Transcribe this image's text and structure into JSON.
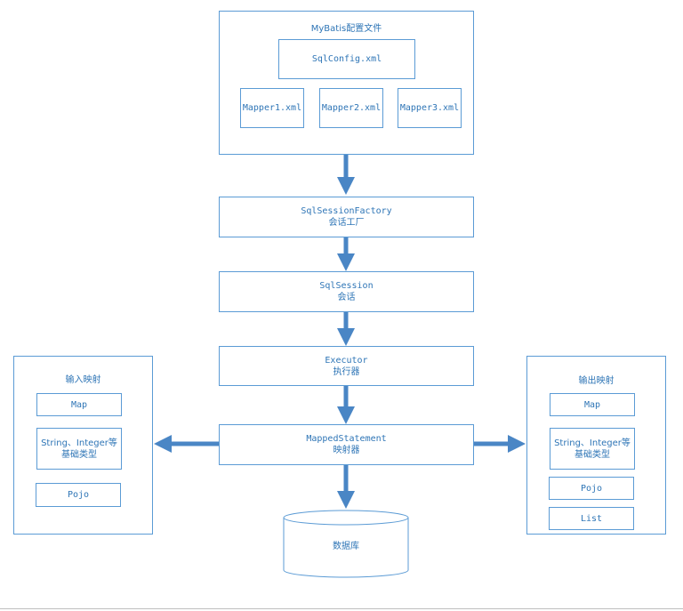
{
  "config": {
    "title": "MyBatis配置文件",
    "sqlconfig": "SqlConfig.xml",
    "mappers": [
      "Mapper1.xml",
      "Mapper2.xml",
      "Mapper3.xml"
    ]
  },
  "factory": {
    "line1": "SqlSessionFactory",
    "line2": "会话工厂"
  },
  "session": {
    "line1": "SqlSession",
    "line2": "会话"
  },
  "executor": {
    "line1": "Executor",
    "line2": "执行器"
  },
  "statement": {
    "line1": "MappedStatement",
    "line2": "映射器"
  },
  "database": {
    "label": "数据库"
  },
  "input_mapping": {
    "title": "输入映射",
    "items": [
      "Map",
      "String、Integer等",
      "基础类型",
      "Pojo"
    ]
  },
  "output_mapping": {
    "title": "输出映射",
    "items": [
      "Map",
      "String、Integer等",
      "基础类型",
      "Pojo",
      "List"
    ]
  },
  "colors": {
    "border": "#5b9bd5",
    "arrow": "#4a86c5",
    "text": "#2e75b6"
  }
}
